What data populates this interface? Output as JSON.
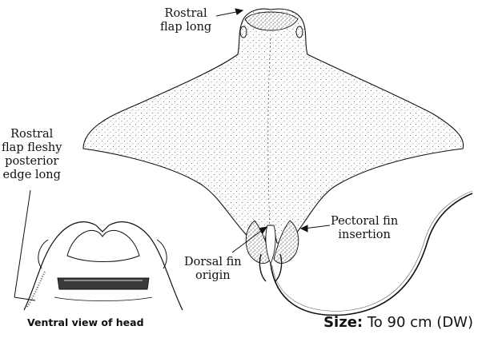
{
  "labels": {
    "rostral_flap_long": [
      "Rostral",
      "flap long"
    ],
    "rostral_flap_fleshy": [
      "Rostral",
      "flap fleshy",
      "posterior",
      "edge long"
    ],
    "pectoral_fin_insertion": [
      "Pectoral fin",
      "insertion"
    ],
    "dorsal_fin_origin": [
      "Dorsal fin",
      "origin"
    ],
    "ventral_caption": "Ventral view of head"
  },
  "size": {
    "label": "Size:",
    "value": "To 90 cm (DW)"
  },
  "colors": {
    "ink": "#111111",
    "background": "#ffffff",
    "mouth_band": "#3a3a3a"
  }
}
